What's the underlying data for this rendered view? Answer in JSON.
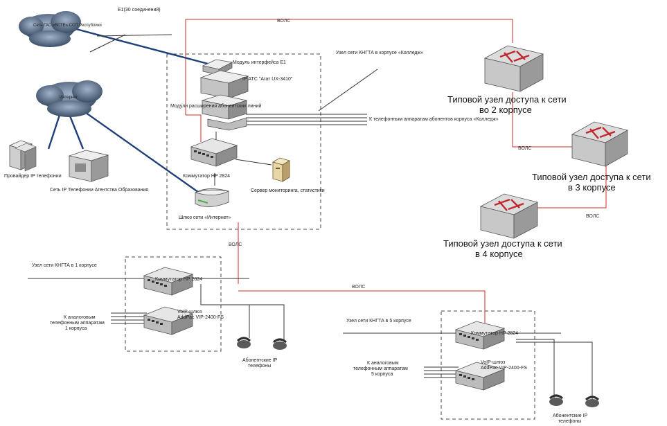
{
  "labels": {
    "cloud_pstn": "Сеть ГАС «ВСТЕ» ССП Республики",
    "e1_link": "E1(30 соединений)",
    "fiber_top": "ВОЛС",
    "module_e1": "Модуль интерфейса E1",
    "ip_pbx": "IP АТС \"Агат UX-3410\"",
    "module_analog": "Модули расширения абонентских линий",
    "node_koleji": "Узел сети КНГТА в корпусе «Колледж»",
    "to_phones_koleji": "К телефонным аппаратам абонентов корпуса «Колледж»",
    "internet_cloud": "Интернет",
    "provider": "Провайдер IP телефонии",
    "ip_network": "Сеть IP Телефонии Агентства Образования",
    "switch_main": "Коммутатор HP 2824",
    "monitoring_server": "Сервер мониторинга, статистики",
    "internet_gateway": "Шлюз сети «Интернет»",
    "fiber_mid": "ВОЛС",
    "node_b1": "Узел сети КНГТА в 1 корпусе",
    "switch_b1": "Коммутатор HP 2824",
    "voip_b1_line1": "VoIP-шлюз",
    "voip_b1_line2": "AddPac VIP-2400-FS",
    "analog_b1_line1": "К аналоговым",
    "analog_b1_line2": "телефонным аппаратам",
    "analog_b1_line3": "1 корпуса",
    "ipphones_b1_line1": "Абонентские IP",
    "ipphones_b1_line2": "телефоны",
    "fiber_b5": "ВОЛС",
    "node_b5": "Узел сети КНГТА в 5 корпусе",
    "switch_b5": "Коммутатор HP 2824",
    "voip_b5_line1": "VoIP-шлюз",
    "voip_b5_line2": "AddPac VIP-2400-FS",
    "analog_b5_line1": "К аналоговым",
    "analog_b5_line2": "телефонным аппаратам",
    "analog_b5_line3": "5 корпуса",
    "ipphones_b5_line1": "Абонентские IP",
    "ipphones_b5_line2": "телефоны",
    "node2_line1": "Типовой узел доступа к сети",
    "node2_line2": "во 2 корпусе",
    "fiber_2_3": "ВОЛС",
    "node3_line1": "Типовой узел доступа к сети",
    "node3_line2": "в 3 корпусе",
    "fiber_3_4": "ВОЛС",
    "node4_line1": "Типовой узел доступа к сети",
    "node4_line2": "в 4 корпусе"
  },
  "colors": {
    "fiber": "#d22a2a",
    "wan": "#1f3f7a",
    "wire": "#333333",
    "cloud": "#5a6e88",
    "router_top": "#d9d9d9",
    "router_arrows": "#c0272d"
  }
}
